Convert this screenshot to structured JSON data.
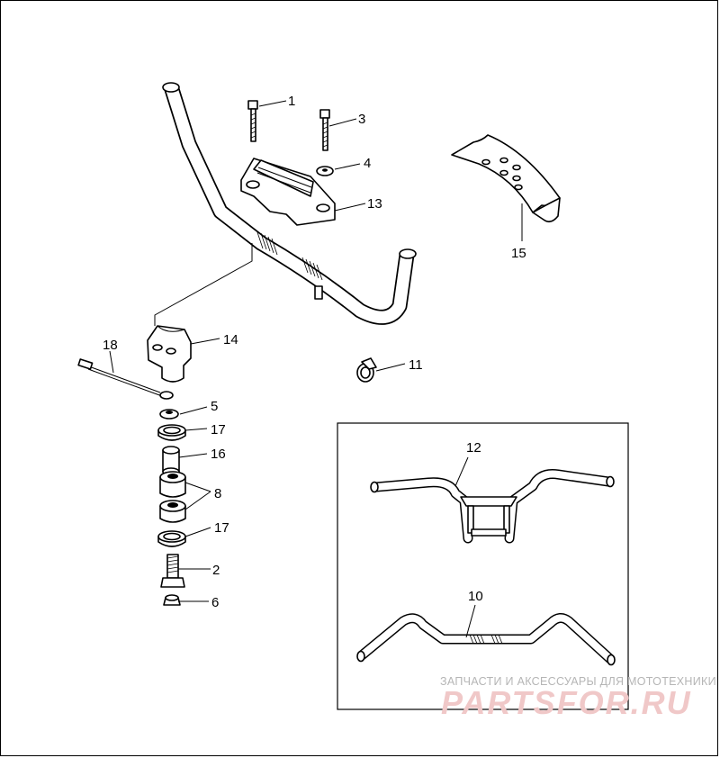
{
  "labels": {
    "l1": "1",
    "l2": "2",
    "l3": "3",
    "l4": "4",
    "l5": "5",
    "l6": "6",
    "l8": "8",
    "l10": "10",
    "l11": "11",
    "l12": "12",
    "l13": "13",
    "l14": "14",
    "l15": "15",
    "l16": "16",
    "l17a": "17",
    "l17b": "17",
    "l18": "18"
  },
  "watermark": {
    "caption": "ЗАПЧАСТИ И АКСЕССУАРЫ ДЛЯ МОТОТЕХНИКИ",
    "brand": "PARTSFOR.RU"
  },
  "colors": {
    "line": "#000000",
    "watermark_text": "#b5b5b5",
    "watermark_brand": "#f0c8c8"
  }
}
